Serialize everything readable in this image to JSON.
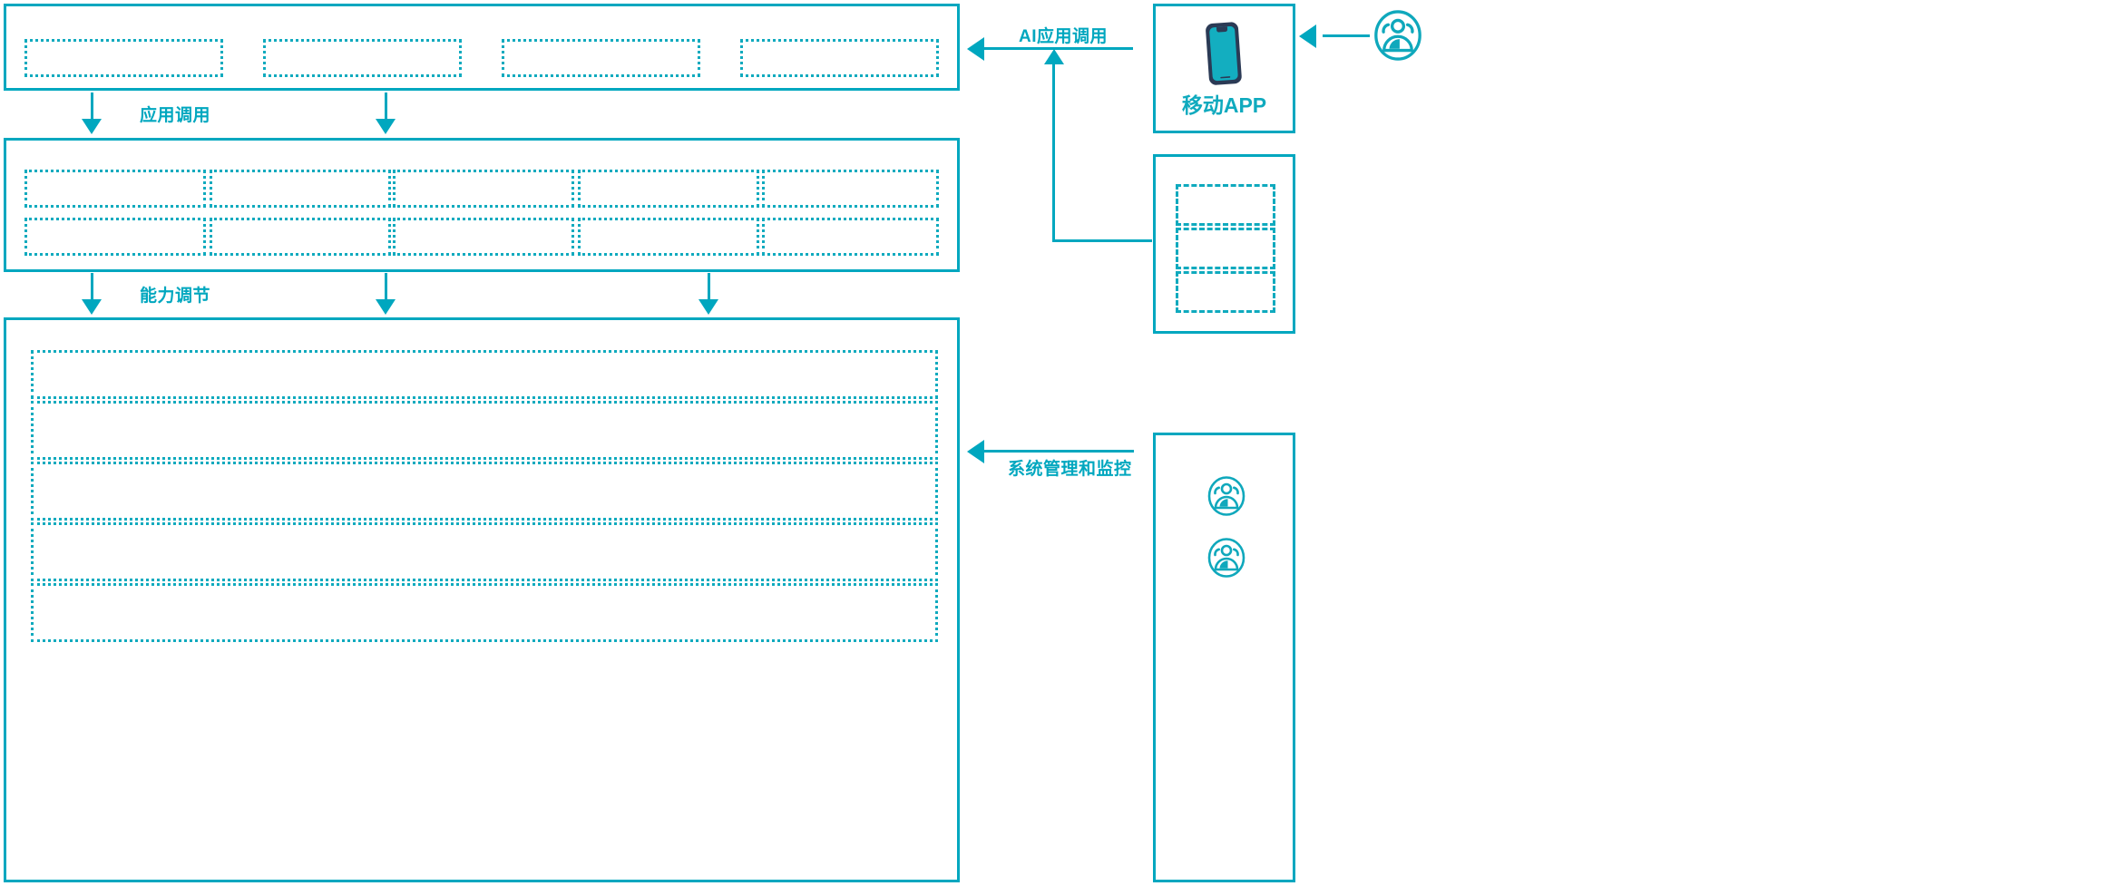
{
  "theme": {
    "accent": "#00A7BF",
    "accent_light": "#0FAABE",
    "phone_body": "#2B3A55",
    "phone_screen": "#13AEC0",
    "background": "#FFFFFF"
  },
  "layers": {
    "application_layer": {
      "name": "application-layer-panel",
      "cells": [
        "",
        "",
        "",
        ""
      ]
    },
    "capability_layer": {
      "name": "capability-layer-panel",
      "columns": 5,
      "rows": 2,
      "cells": [
        "",
        "",
        "",
        "",
        "",
        "",
        "",
        "",
        "",
        ""
      ]
    },
    "platform_layer": {
      "name": "platform-layer-panel",
      "rows": [
        "",
        "",
        "",
        "",
        ""
      ]
    }
  },
  "connectors": [
    {
      "id": "app-invoke",
      "label": "应用调用",
      "direction": "down"
    },
    {
      "id": "capability-adjust",
      "label": "能力调节",
      "direction": "down"
    },
    {
      "id": "ai-app-invoke",
      "label": "AI应用调用",
      "direction": "left"
    },
    {
      "id": "sys-manage-monitor",
      "label": "系统管理和监控",
      "direction": "left"
    }
  ],
  "right_panels": {
    "mobile_app": {
      "label": "移动APP",
      "icon": "mobile-phone-icon"
    },
    "channel_panel": {
      "label": "",
      "cells": [
        "",
        "",
        ""
      ]
    },
    "admin_panel": {
      "label": "",
      "icons": [
        "user-group-icon",
        "user-group-icon"
      ]
    }
  },
  "actors": {
    "external_user": {
      "icon": "user-group-icon",
      "label": ""
    }
  }
}
